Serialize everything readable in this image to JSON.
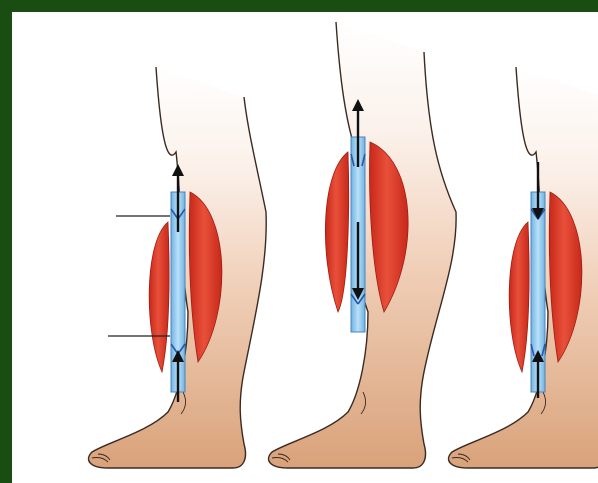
{
  "figure": {
    "panels": [
      {
        "id": "resting",
        "valves": "both-closed",
        "arrows": [
          "up-top",
          "up-bottom"
        ],
        "leader_lines": 2
      },
      {
        "id": "contracted",
        "valves": "upper-open-lower-closed",
        "arrows": [
          "up-top",
          "down-middle"
        ],
        "leader_lines": 0
      },
      {
        "id": "relaxed",
        "valves": "upper-closed-lower-open",
        "arrows": [
          "down-top",
          "up-bottom"
        ],
        "leader_lines": 0
      }
    ],
    "colors": {
      "frame": "#1a4d12",
      "skin_top": "#fbf1ea",
      "skin_mid": "#f0cfb8",
      "skin_bottom": "#d9a27a",
      "muscle_dark": "#c8281a",
      "muscle_light": "#e8503a",
      "vein": "#8ec8ec",
      "vein_edge": "#4a86bd",
      "valve": "#2a56a8",
      "arrow": "#111111",
      "outline": "#3b2a22"
    },
    "icons": [
      "leg-illustration",
      "muscle",
      "vein",
      "valve",
      "flow-arrow"
    ]
  }
}
